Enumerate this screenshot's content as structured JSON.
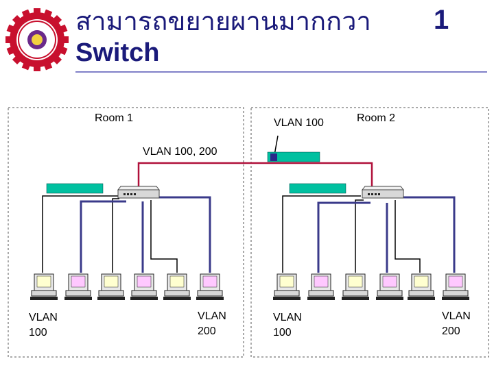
{
  "header": {
    "title_line1": "สามารถขยายผานมากกวา",
    "title_line2": "Switch",
    "title_number": "1"
  },
  "rooms": {
    "room1_label": "Room 1",
    "room2_label": "Room 2"
  },
  "labels": {
    "trunk_vlan": "VLAN 100",
    "link_vlans": "VLAN 100, 200",
    "room1_left_vlan_line1": "VLAN",
    "room1_left_vlan_line2": "100",
    "room1_right_vlan_line1": "VLAN",
    "room1_right_vlan_line2": "200",
    "room2_left_vlan_line1": "VLAN",
    "room2_left_vlan_line2": "100",
    "room2_right_vlan_line1": "VLAN",
    "room2_right_vlan_line2": "200"
  },
  "colors": {
    "title": "#1a1a7a",
    "trunk_link": "#b0103a",
    "vlan200_link": "#3a3a8a",
    "vlan100_link": "#000000",
    "hub": "#00c0a0",
    "pc_vlan100": "#ffffd0",
    "pc_vlan200": "#ffc8ff"
  },
  "icons": [
    "university-logo-icon",
    "switch-icon",
    "hub-icon",
    "pc-icon"
  ]
}
